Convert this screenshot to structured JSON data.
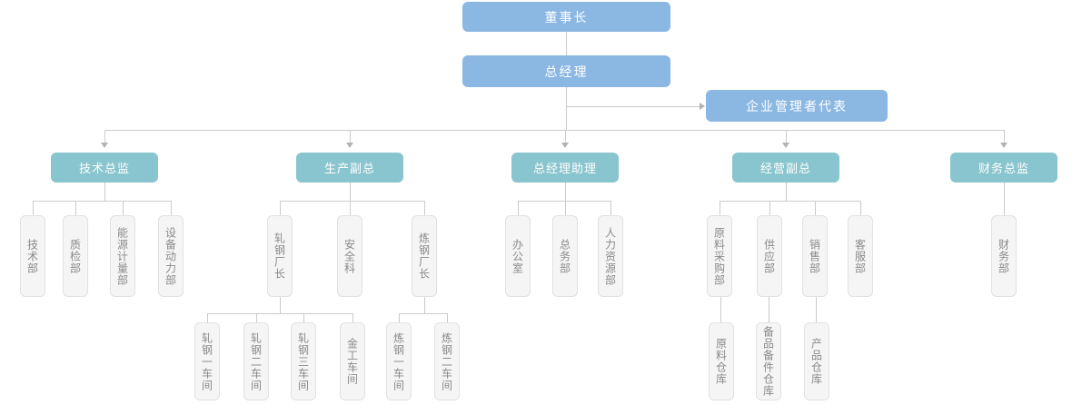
{
  "palette": {
    "blue": "#8BB7E3",
    "teal": "#89C5CE",
    "gray_fill": "#F5F5F5",
    "gray_border": "#E1E1E1",
    "gray_text": "#8A8A8A",
    "line": "#CBCBCB",
    "arrow": "#B3B3B3"
  },
  "org": {
    "chairman": {
      "label": "董事长"
    },
    "general_manager": {
      "label": "总经理"
    },
    "management_rep": {
      "label": "企业管理者代表"
    },
    "divisions": [
      {
        "label": "技术总监",
        "children": [
          {
            "label": "技术部"
          },
          {
            "label": "质检部"
          },
          {
            "label": "能源计量部"
          },
          {
            "label": "设备动力部"
          }
        ]
      },
      {
        "label": "生产副总",
        "children": [
          {
            "label": "轧钢厂长",
            "children": [
              {
                "label": "轧钢一车间"
              },
              {
                "label": "轧钢二车间"
              },
              {
                "label": "轧钢三车间"
              },
              {
                "label": "金工车间"
              }
            ]
          },
          {
            "label": "安全科"
          },
          {
            "label": "炼钢厂长",
            "children": [
              {
                "label": "炼钢一车间"
              },
              {
                "label": "炼钢二车间"
              }
            ]
          }
        ]
      },
      {
        "label": "总经理助理",
        "children": [
          {
            "label": "办公室"
          },
          {
            "label": "总务部"
          },
          {
            "label": "人力资源部"
          }
        ]
      },
      {
        "label": "经营副总",
        "children": [
          {
            "label": "原料采购部",
            "children": [
              {
                "label": "原料仓库"
              }
            ]
          },
          {
            "label": "供应部",
            "children": [
              {
                "label": "备品备件仓库"
              }
            ]
          },
          {
            "label": "销售部",
            "children": [
              {
                "label": "产品仓库"
              }
            ]
          },
          {
            "label": "客服部"
          }
        ]
      },
      {
        "label": "财务总监",
        "children": [
          {
            "label": "财务部"
          }
        ]
      }
    ]
  }
}
